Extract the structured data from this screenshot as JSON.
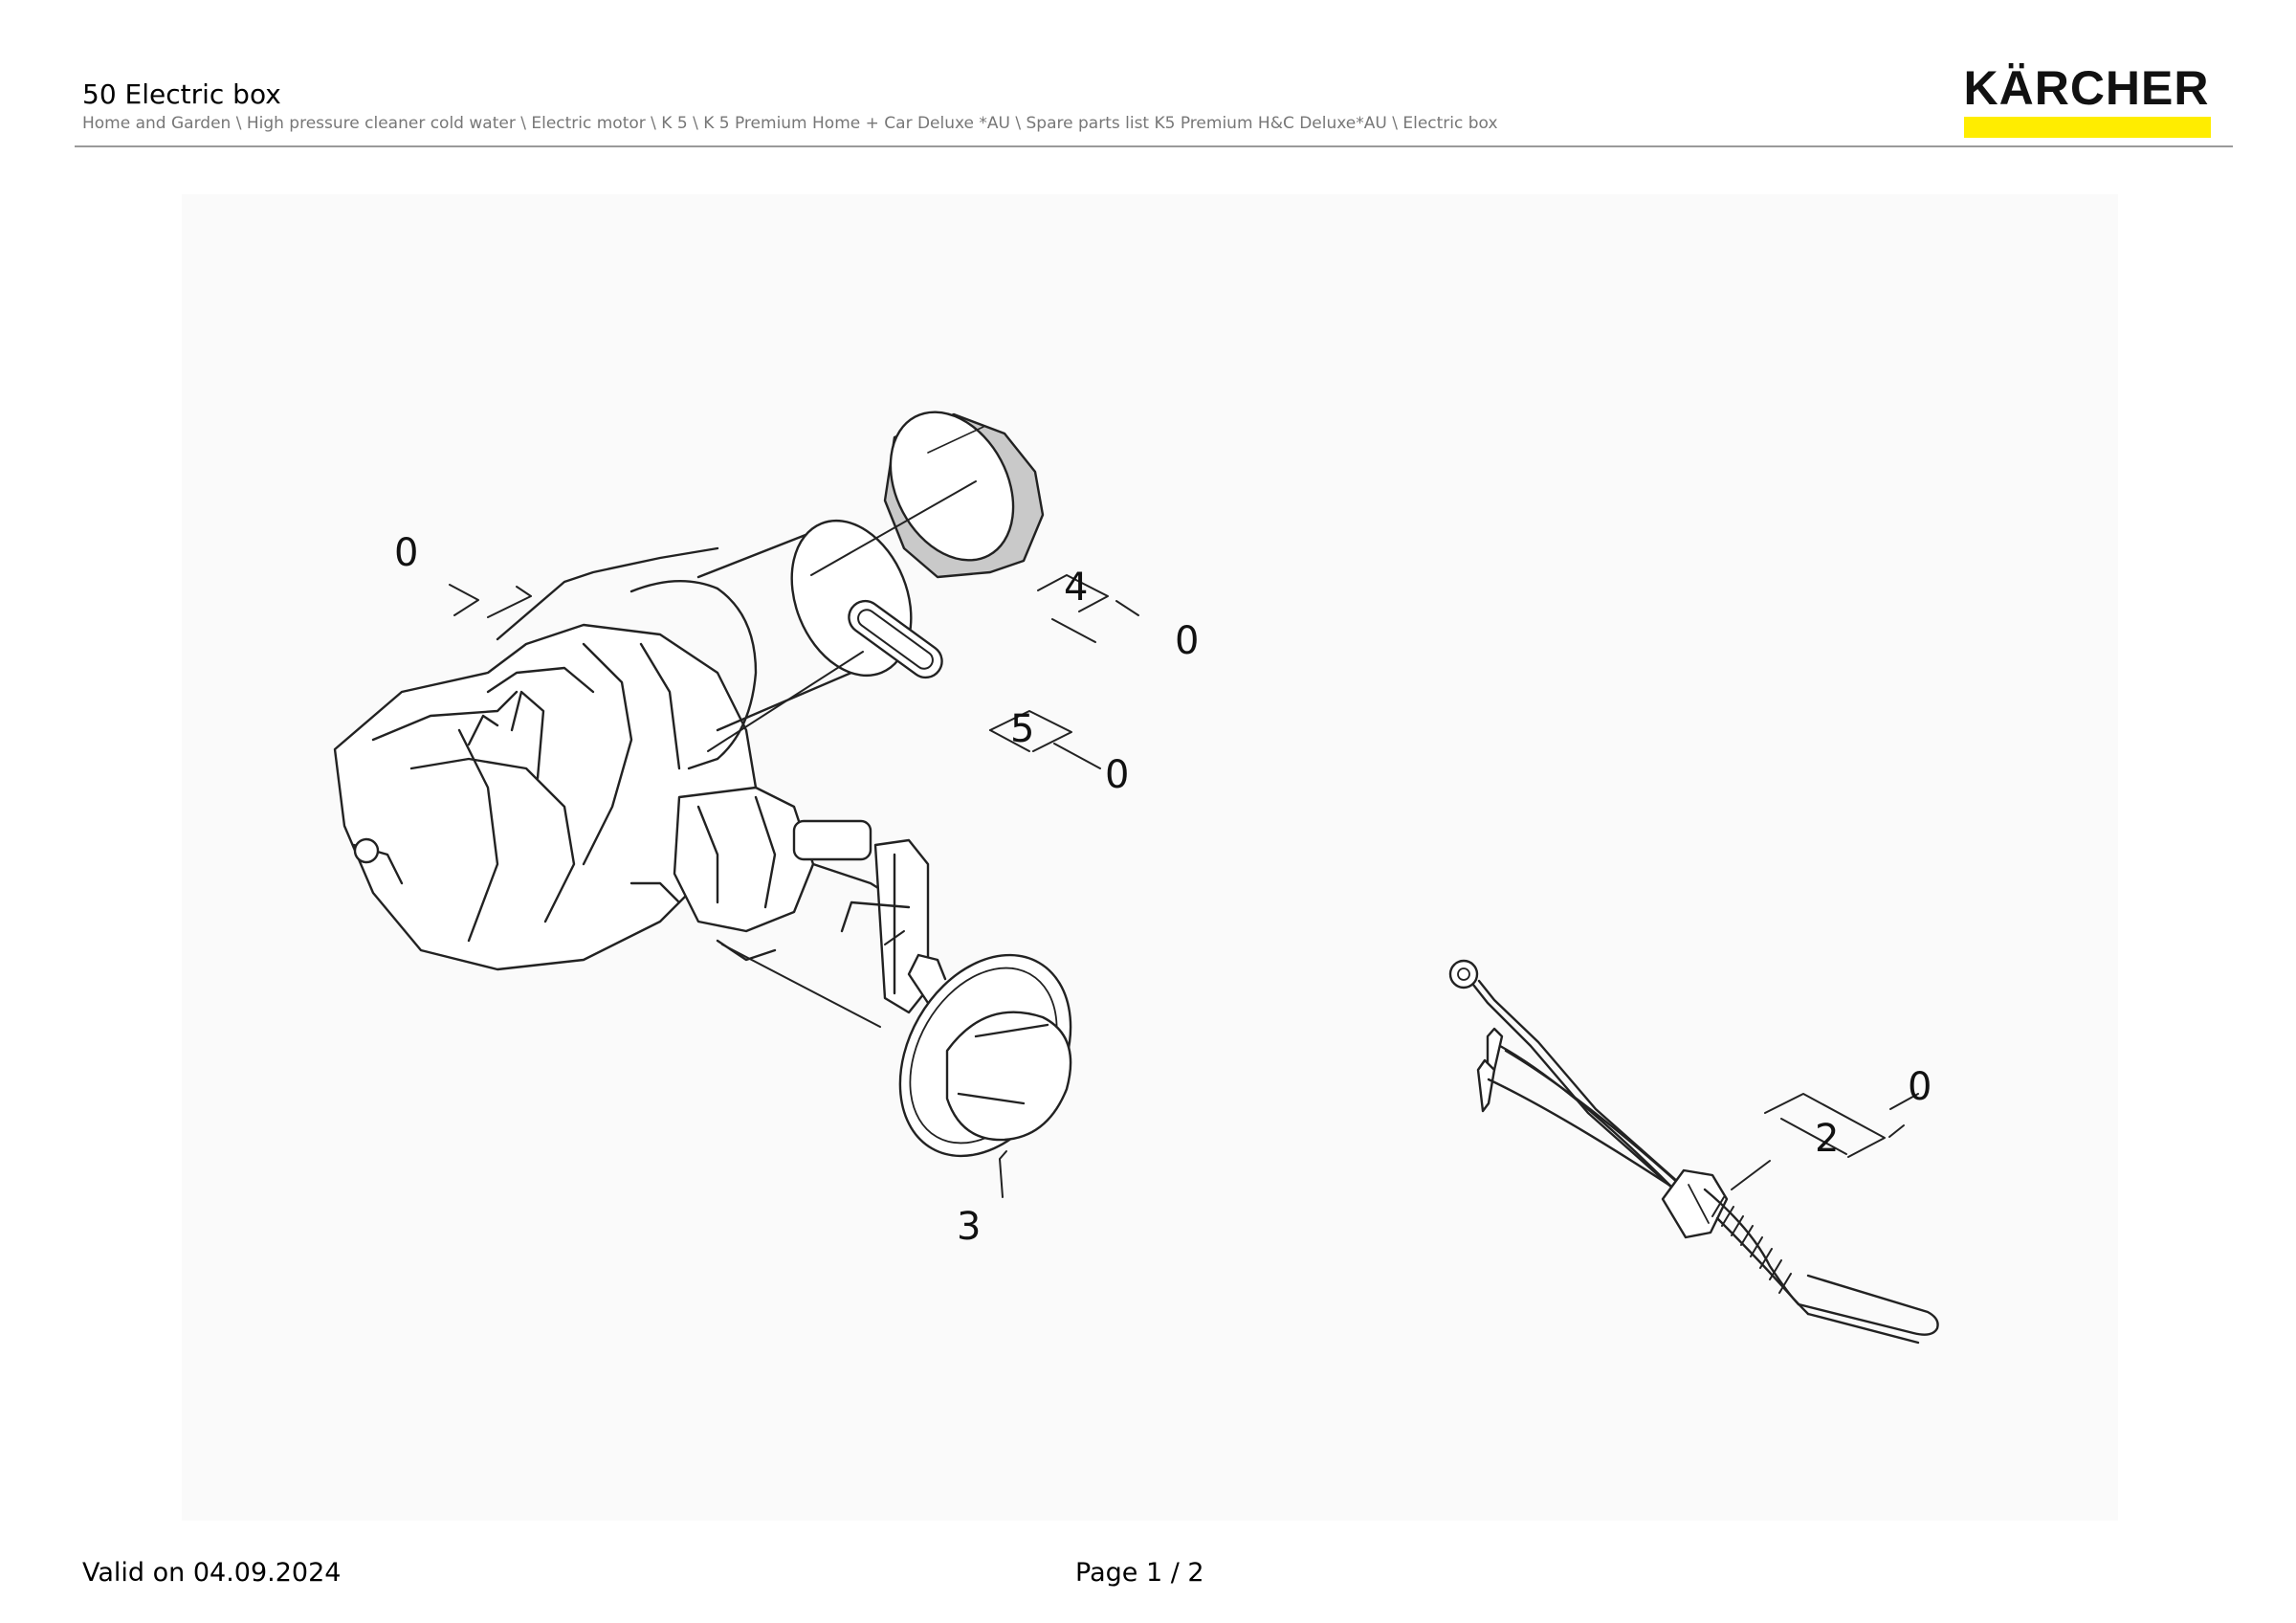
{
  "header": {
    "title": "50 Electric box",
    "breadcrumb": "Home and Garden \\ High pressure cleaner cold water \\ Electric motor \\ K 5 \\ K 5 Premium Home + Car Deluxe *AU \\ Spare parts list K5 Premium H&C Deluxe*AU \\ Electric box",
    "logo_text": "KÄRCHER",
    "brand_color": "#ffed00"
  },
  "drawing": {
    "callouts": {
      "motor_pos": "0",
      "sleeve_pos": "4",
      "sleeve_qty": "0",
      "seal_pos": "5",
      "seal_qty": "0",
      "cable_pos": "2",
      "cable_qty": "0",
      "cover_pos": "3"
    }
  },
  "footer": {
    "valid": "Valid on 04.09.2024",
    "page": "Page 1 / 2"
  }
}
